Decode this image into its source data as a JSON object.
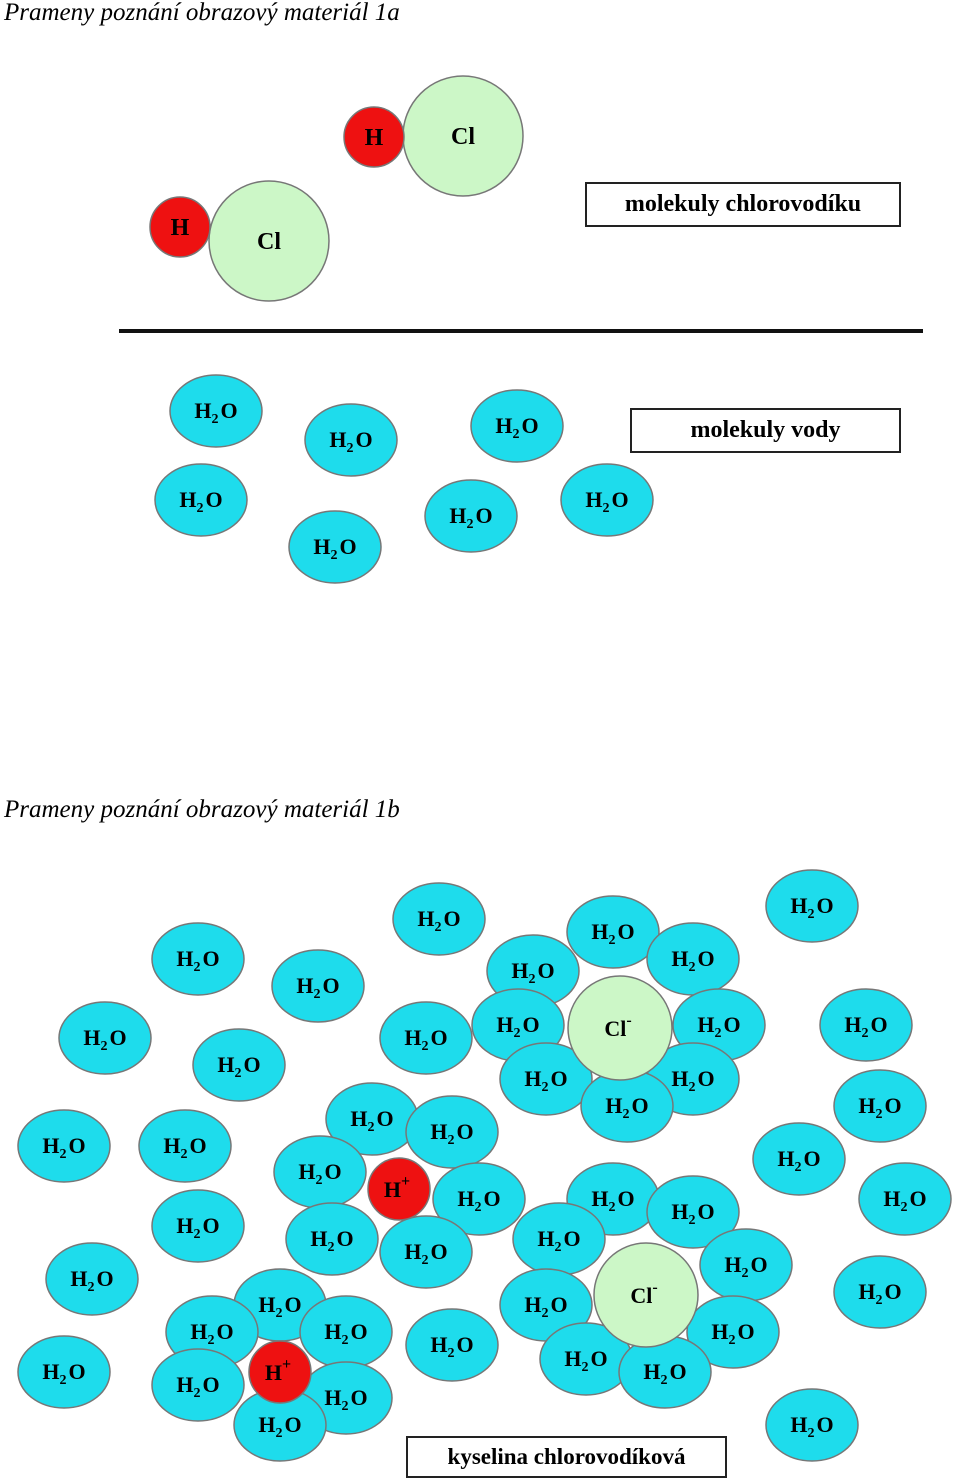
{
  "headings": {
    "a": "Prameny poznání obrazový materiál 1a",
    "b": "Prameny poznání obrazový materiál 1b"
  },
  "labels": {
    "hcl_molecules": "molekuly chlorovodíku",
    "water_molecules": "molekuly vody",
    "hydrochloric_acid": "kyselina chlorovodíková"
  },
  "particle_text": {
    "hydrogen": "H",
    "chlorine": "Cl",
    "water": {
      "h": "H",
      "sub": "2",
      "o": "O"
    },
    "hydrogen_ion": {
      "symbol": "H",
      "charge": "+"
    },
    "chloride_ion": {
      "symbol": "Cl",
      "charge": "-"
    }
  },
  "colors": {
    "water": "#1edcec",
    "hydrogen": "#ee1111",
    "chlorine": "#ccf7c7",
    "outline": "#777777"
  }
}
